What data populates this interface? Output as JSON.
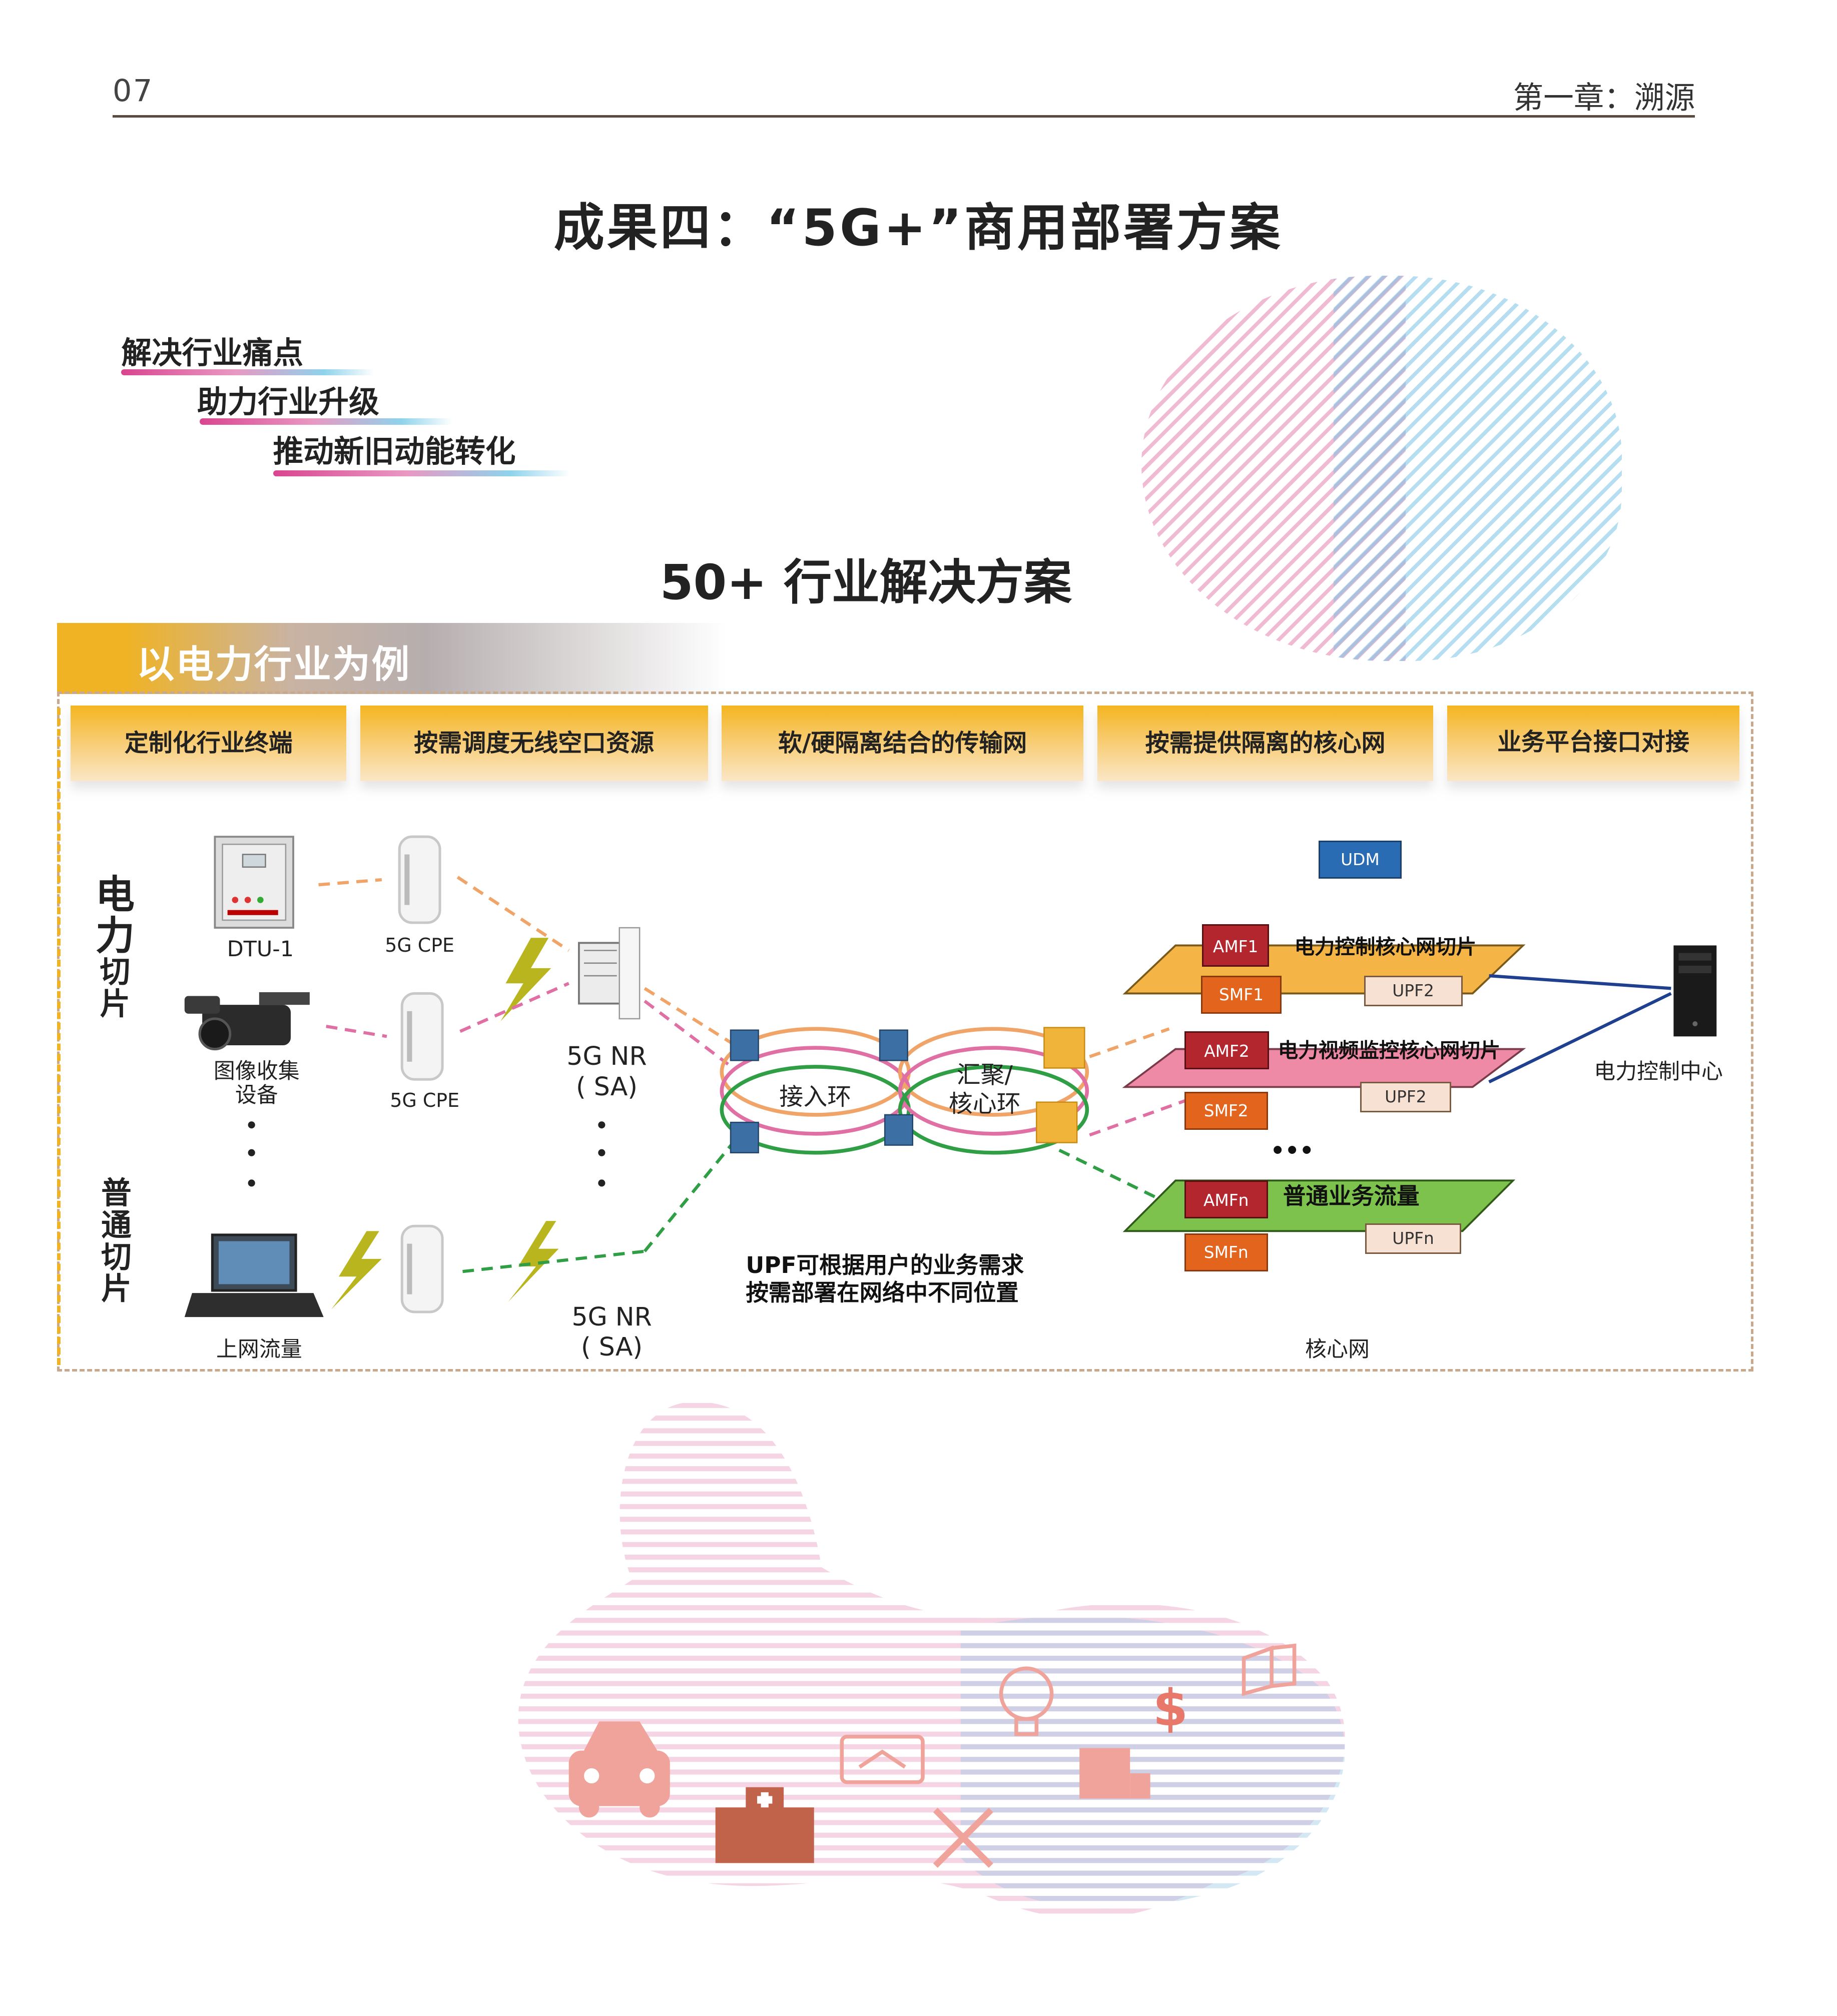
{
  "header": {
    "page_number": "07",
    "chapter": "第一章：溯源"
  },
  "title": "成果四：“5G+”商用部署方案",
  "slogans": [
    "解决行业痛点",
    "助力行业升级",
    "推动新旧动能转化"
  ],
  "subtitle": "50+ 行业解决方案",
  "banner": "以电力行业为例",
  "columns": [
    "定制化行业终端",
    "按需调度无线空口资源",
    "软/硬隔离结合的传输网",
    "按需提供隔离的核心网",
    "业务平台接口对接"
  ],
  "slices": {
    "power": [
      "电",
      "力",
      "切",
      "片"
    ],
    "normal": [
      "普",
      "通",
      "切",
      "片"
    ]
  },
  "devices": {
    "dtu": "DTU-1",
    "cpe1": "5G CPE",
    "camera": "图像收集\n设备",
    "cpe2": "5G CPE",
    "laptop": "上网流量",
    "nr1": "5G NR\n( SA)",
    "nr2": "5G NR\n( SA)"
  },
  "rings": {
    "access": "接入环",
    "core": "汇聚/\n核心环"
  },
  "core": {
    "udm": "UDM",
    "slice1_name": "电力控制核心网切片",
    "slice2_name": "电力视频监控核心网切片",
    "slice3_name": "普通业务流量",
    "amf1": "AMF1",
    "smf1": "SMF1",
    "upf1": "UPF2",
    "amf2": "AMF2",
    "smf2": "SMF2",
    "upf2": "UPF2",
    "amfn": "AMFn",
    "smfn": "SMFn",
    "upfn": "UPFn",
    "ellipsis": "•••",
    "label": "核心网"
  },
  "control_center": "电力控制中心",
  "upf_note": "UPF可根据用户的业务需求\n按需部署在网络中不同位置",
  "colors": {
    "accent_yellow": "#f0b323",
    "pink": "#e0689e",
    "orange": "#f4a261",
    "green": "#2f9e44",
    "navy": "#1f3f8f",
    "amf_red": "#b3262e",
    "smf_orange": "#e3641d",
    "udm_blue": "#2a6cb3"
  },
  "icons": [
    "car-icon",
    "hospital-icon",
    "vr-glasses-icon",
    "tools-icon",
    "lightbulb-icon",
    "building-icon",
    "dollar-icon",
    "book-icon"
  ]
}
